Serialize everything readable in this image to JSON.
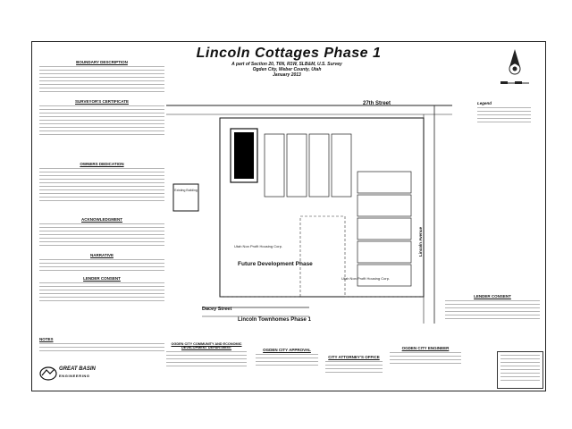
{
  "plat": {
    "title": "Lincoln Cottages Phase 1",
    "subtitle_lines": [
      "A part of Section 20, T6N, R1W, SLB&M, U.S. Survey",
      "Ogden City, Weber County, Utah",
      "January 2013"
    ]
  },
  "legend": {
    "heading": "Legend"
  },
  "headings": {
    "boundary": "BOUNDARY DESCRIPTION",
    "surveyor": "SURVEYOR'S CERTIFICATE",
    "owners": "OWNERS DEDICATION",
    "acknowledgment": "ACKNOWLEDGMENT",
    "narrative": "NARRATIVE",
    "lender_left": "LENDER CONSENT",
    "lender_right": "LENDER CONSENT",
    "notes": "NOTES",
    "ced": "OGDEN CITY COMMUNITY AND ECONOMIC DEVELOPMENT DEPARTMENT",
    "approval": "OGDEN CITY APPROVAL",
    "attorney": "CITY ATTORNEY'S OFFICE",
    "engineer": "OGDEN CITY ENGINEER"
  },
  "map": {
    "street_top": "27th Street",
    "street_bottom": "Dacey Street",
    "avenue_right": "Lincoln Avenue",
    "future": "Future Development Phase",
    "phase_label": "Lincoln Townhomes Phase 1",
    "housing_1": "Utah Non Profit Housing Corp.",
    "housing_2": "Utah Non Profit Housing Corp.",
    "existing": "Existing Building"
  },
  "logo": {
    "name": "GREAT BASIN",
    "sub": "ENGINEERING"
  }
}
